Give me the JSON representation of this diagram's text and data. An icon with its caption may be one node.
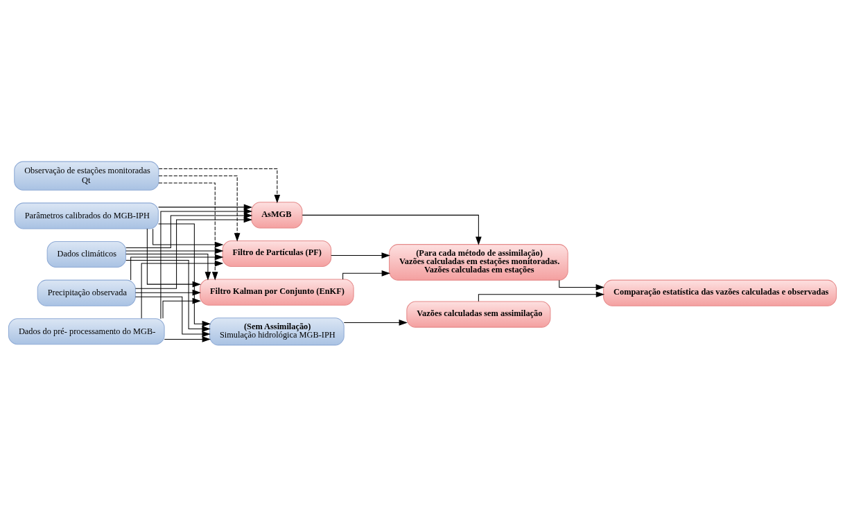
{
  "diagram": {
    "nodes": [
      {
        "text": [
          "Observação de estações monitoradas",
          "Qt"
        ]
      },
      {
        "text": [
          "Dados climáticos"
        ]
      },
      {
        "text": [
          "Precipitação observada"
        ]
      },
      {
        "text": [
          "Dados do pré- processamento do MGB-"
        ]
      },
      {
        "text": [
          "Parâmetros calibrados do MGB-IPH"
        ]
      },
      {
        "text": [
          "AsMGB"
        ]
      },
      {
        "text": [
          "Filtro de Partículas (PF)"
        ]
      },
      {
        "text": [
          "Filtro Kalman por Conjunto (EnKF)"
        ]
      },
      {
        "text": [
          "(Sem Assimilação)",
          "Simulação hidrológica MGB-IPH"
        ]
      },
      {
        "text": [
          "(Para cada método de assimilação)",
          "Vazões calculadas em estações monitoradas.",
          "Vazões calculadas em estações"
        ]
      },
      {
        "text": [
          "Vazões calculadas sem assimilação"
        ]
      },
      {
        "text": [
          "Comparação estatística das vazões calculadas e observadas"
        ]
      }
    ],
    "edges": [
      {
        "from": 1,
        "to": 5,
        "arrow": "to"
      },
      {
        "from": 1,
        "to": 6,
        "arrow": "to"
      },
      {
        "from": 1,
        "to": 7,
        "arrow": "to"
      },
      {
        "from": 1,
        "to": 8,
        "arrow": "to"
      },
      {
        "from": 2,
        "to": 5,
        "arrow": "to"
      },
      {
        "from": 2,
        "to": 6,
        "arrow": "to"
      },
      {
        "from": 2,
        "to": 7,
        "arrow": "to"
      },
      {
        "from": 2,
        "to": 8,
        "arrow": "to"
      },
      {
        "from": 3,
        "to": 5,
        "arrow": "to"
      },
      {
        "from": 3,
        "to": 6,
        "arrow": "to"
      },
      {
        "from": 3,
        "to": 7,
        "arrow": "to"
      },
      {
        "from": 3,
        "to": 8,
        "arrow": "to"
      },
      {
        "from": 4,
        "to": 5,
        "arrow": "to"
      },
      {
        "from": 4,
        "to": 6,
        "arrow": "to"
      },
      {
        "from": 4,
        "to": 7,
        "arrow": "to"
      },
      {
        "from": 4,
        "to": 8,
        "arrow": "to"
      },
      {
        "from": 0,
        "to": 5,
        "arrow": "to",
        "style": "dashed"
      },
      {
        "from": 0,
        "to": 6,
        "arrow": "to",
        "style": "dashed"
      },
      {
        "from": 0,
        "to": 7,
        "arrow": "to",
        "style": "dashed"
      },
      {
        "from": 5,
        "to": 9,
        "arrow": "to"
      },
      {
        "from": 6,
        "to": 9,
        "arrow": "to"
      },
      {
        "from": 7,
        "to": 9,
        "arrow": "to"
      },
      {
        "from": 8,
        "to": 10,
        "arrow": "to"
      },
      {
        "from": 10,
        "to": 11,
        "arrow": "to"
      },
      {
        "from": 9,
        "to": 11,
        "arrow": "to"
      }
    ]
  }
}
